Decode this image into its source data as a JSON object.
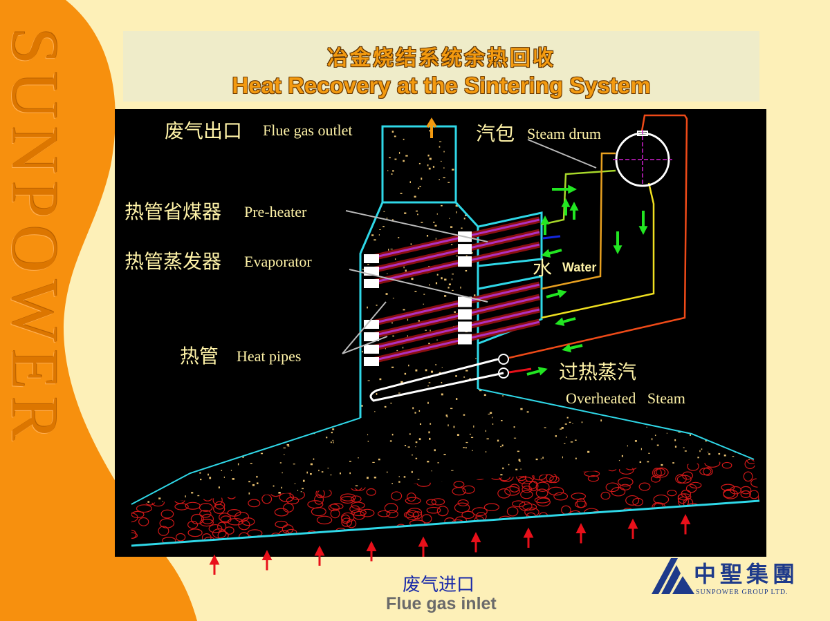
{
  "title": {
    "cn": "冶金烧结系统余热回收",
    "en": "Heat Recovery at the Sintering System"
  },
  "watermark": "SUNPOWER",
  "labels": {
    "flue_outlet_cn": "废气出口",
    "flue_outlet_en": "Flue gas outlet",
    "steam_drum_cn": "汽包",
    "steam_drum_en": "Steam drum",
    "preheater_cn": "热管省煤器",
    "preheater_en": "Pre-heater",
    "evaporator_cn": "热管蒸发器",
    "evaporator_en": "Evaporator",
    "water_cn": "水",
    "water_en": "Water",
    "heat_pipes_cn": "热管",
    "heat_pipes_en": "Heat pipes",
    "overheated_cn": "过热蒸汽",
    "overheated_en": "Overheated   Steam"
  },
  "footer": {
    "cn": "废气进口",
    "en": "Flue gas inlet"
  },
  "logo": {
    "cn": "中聖集團",
    "en": "SUNPOWER GROUP LTD."
  },
  "colors": {
    "orange": "#f7900e",
    "cream": "#fdf0b8",
    "cyan": "#2fd8e8",
    "green": "#22e622",
    "red": "#e8101a",
    "navy": "#1e3a8a"
  }
}
